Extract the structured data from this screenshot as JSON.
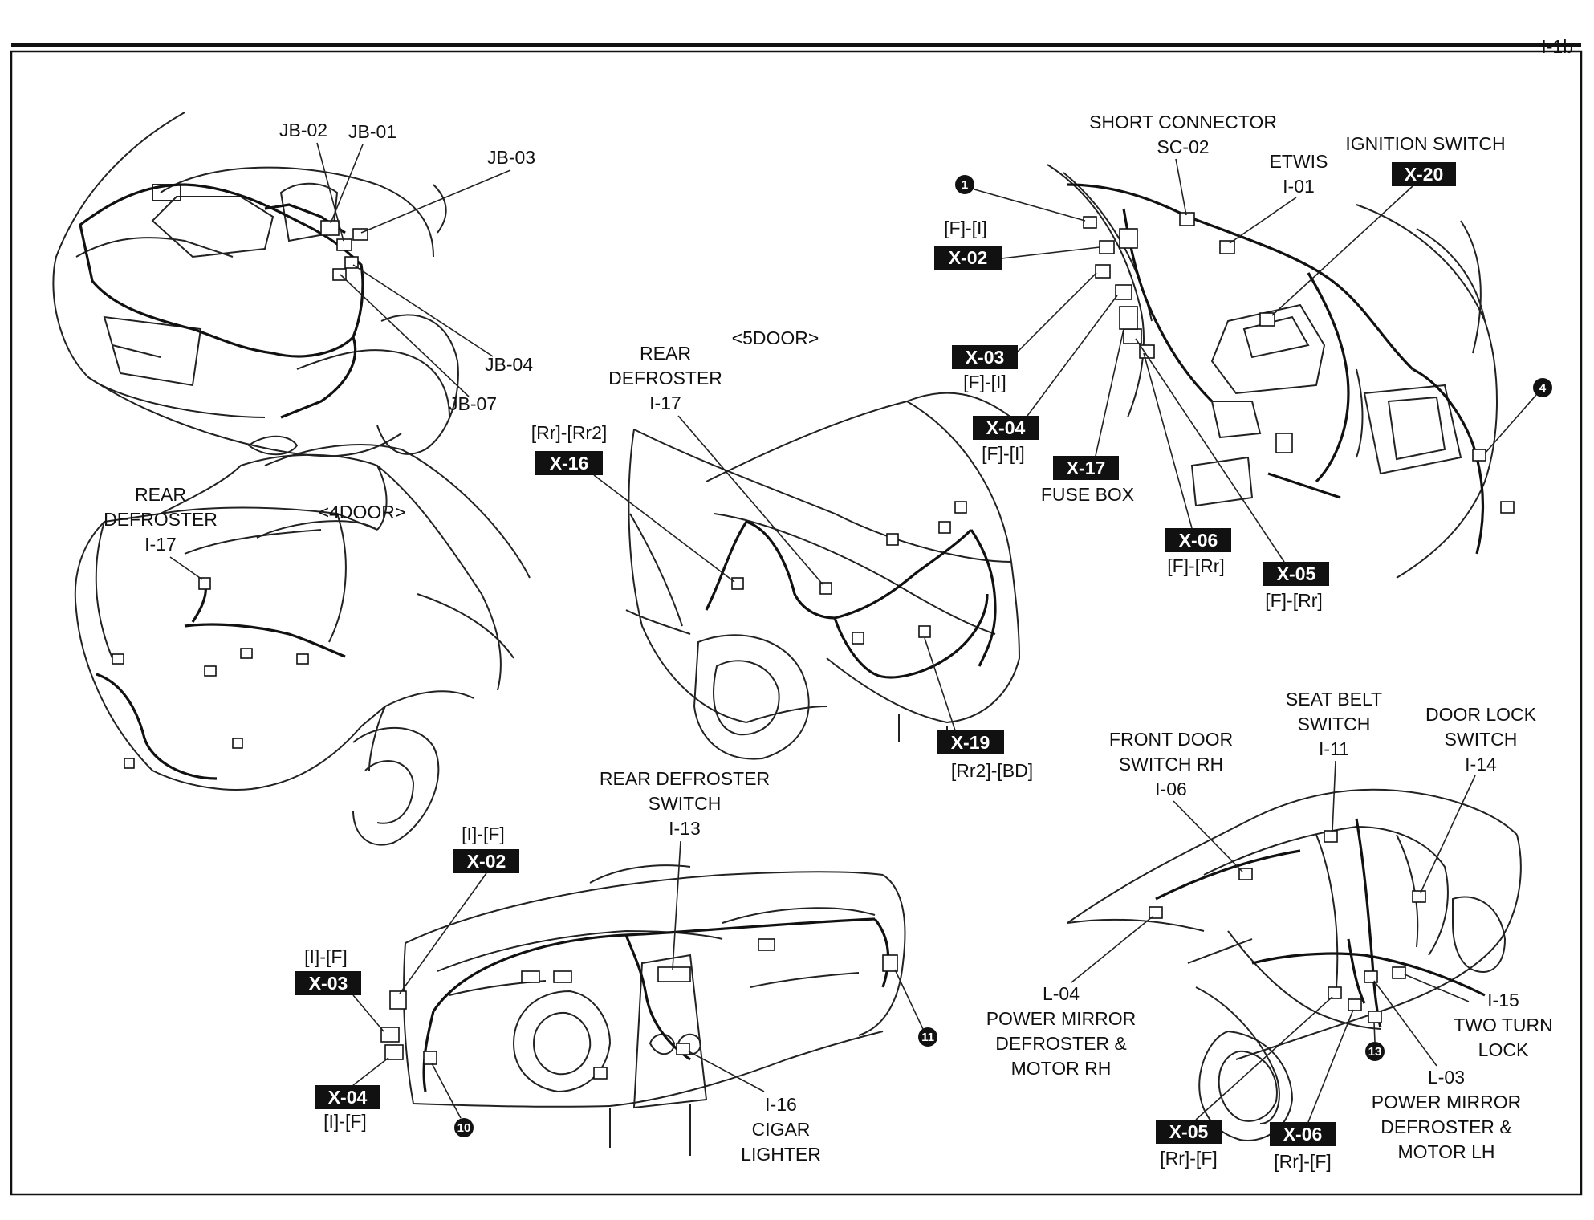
{
  "page": {
    "code": "I-1b"
  },
  "views": {
    "engine": {
      "labels": [
        "JB-02",
        "JB-01",
        "JB-03",
        "JB-04",
        "JB-07"
      ]
    },
    "four_door": {
      "title": "<4DOOR>",
      "labels": [
        "REAR",
        "DEFROSTER",
        "I-17"
      ]
    },
    "five_door": {
      "title": "<5DOOR>",
      "labels": [
        "REAR",
        "DEFROSTER",
        "I-17",
        "[Rr]-[Rr2]",
        "[Rr2]-[BD]"
      ],
      "tags": [
        "X-16",
        "X-19"
      ]
    },
    "dashboard": {
      "labels": [
        "REAR DEFROSTER",
        "SWITCH",
        "I-13",
        "[I]-[F]",
        "[I]-[F]",
        "[I]-[F]",
        "I-16",
        "CIGAR",
        "LIGHTER"
      ],
      "tags": [
        "X-02",
        "X-03",
        "X-04"
      ],
      "dots": [
        "10",
        "11"
      ]
    },
    "interior": {
      "labels": [
        "SHORT CONNECTOR",
        "SC-02",
        "ETWIS",
        "I-01",
        "IGNITION SWITCH",
        "[F]-[I]",
        "[F]-[I]",
        "[F]-[I]",
        "FUSE BOX",
        "[F]-[Rr]",
        "[F]-[Rr]"
      ],
      "tags": [
        "X-20",
        "X-02",
        "X-03",
        "X-04",
        "X-17",
        "X-06",
        "X-05"
      ],
      "dots": [
        "1",
        "4"
      ]
    },
    "side": {
      "labels": [
        "SEAT BELT",
        "SWITCH",
        "I-11",
        "DOOR LOCK",
        "SWITCH",
        "I-14",
        "FRONT DOOR",
        "SWITCH RH",
        "I-06",
        "L-04",
        "POWER MIRROR",
        "DEFROSTER &",
        "MOTOR RH",
        "I-15",
        "TWO TURN",
        "LOCK",
        "L-03",
        "POWER MIRROR",
        "DEFROSTER &",
        "MOTOR LH",
        "[Rr]-[F]",
        "[Rr]-[F]"
      ],
      "tags": [
        "X-05",
        "X-06"
      ],
      "dots": [
        "13"
      ]
    }
  }
}
